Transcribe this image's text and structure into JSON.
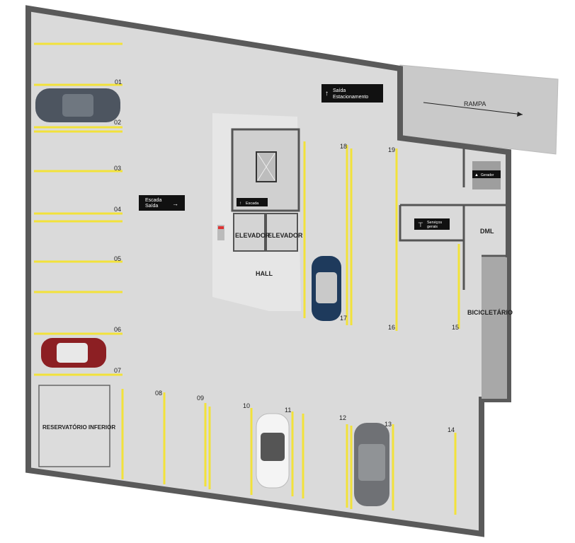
{
  "signs": {
    "exit_parking_line1": "Saída",
    "exit_parking_line2": "Estacionamento",
    "stair_exit_line1": "Escada",
    "stair_exit_line2": "Saída",
    "stairs": "Escada",
    "generator": "Gerador",
    "services_line1": "Serviços",
    "services_line2": "gerais"
  },
  "rooms": {
    "ramp": "RAMPA",
    "elevator_1": "ELEVADOR",
    "elevator_2": "ELEVADOR",
    "hall": "HALL",
    "dml": "DML",
    "bike_storage": "BICICLETÁRIO",
    "lower_reservoir": "RESERVATÓRIO INFERIOR"
  },
  "spots": [
    "01",
    "02",
    "03",
    "04",
    "05",
    "06",
    "07",
    "08",
    "09",
    "10",
    "11",
    "12",
    "13",
    "14",
    "15",
    "16",
    "17",
    "18",
    "19"
  ],
  "colors": {
    "floor": "#d9d9d9",
    "wall": "#5a5a5a",
    "stripe": "#f2e23a",
    "sign": "#111111"
  }
}
